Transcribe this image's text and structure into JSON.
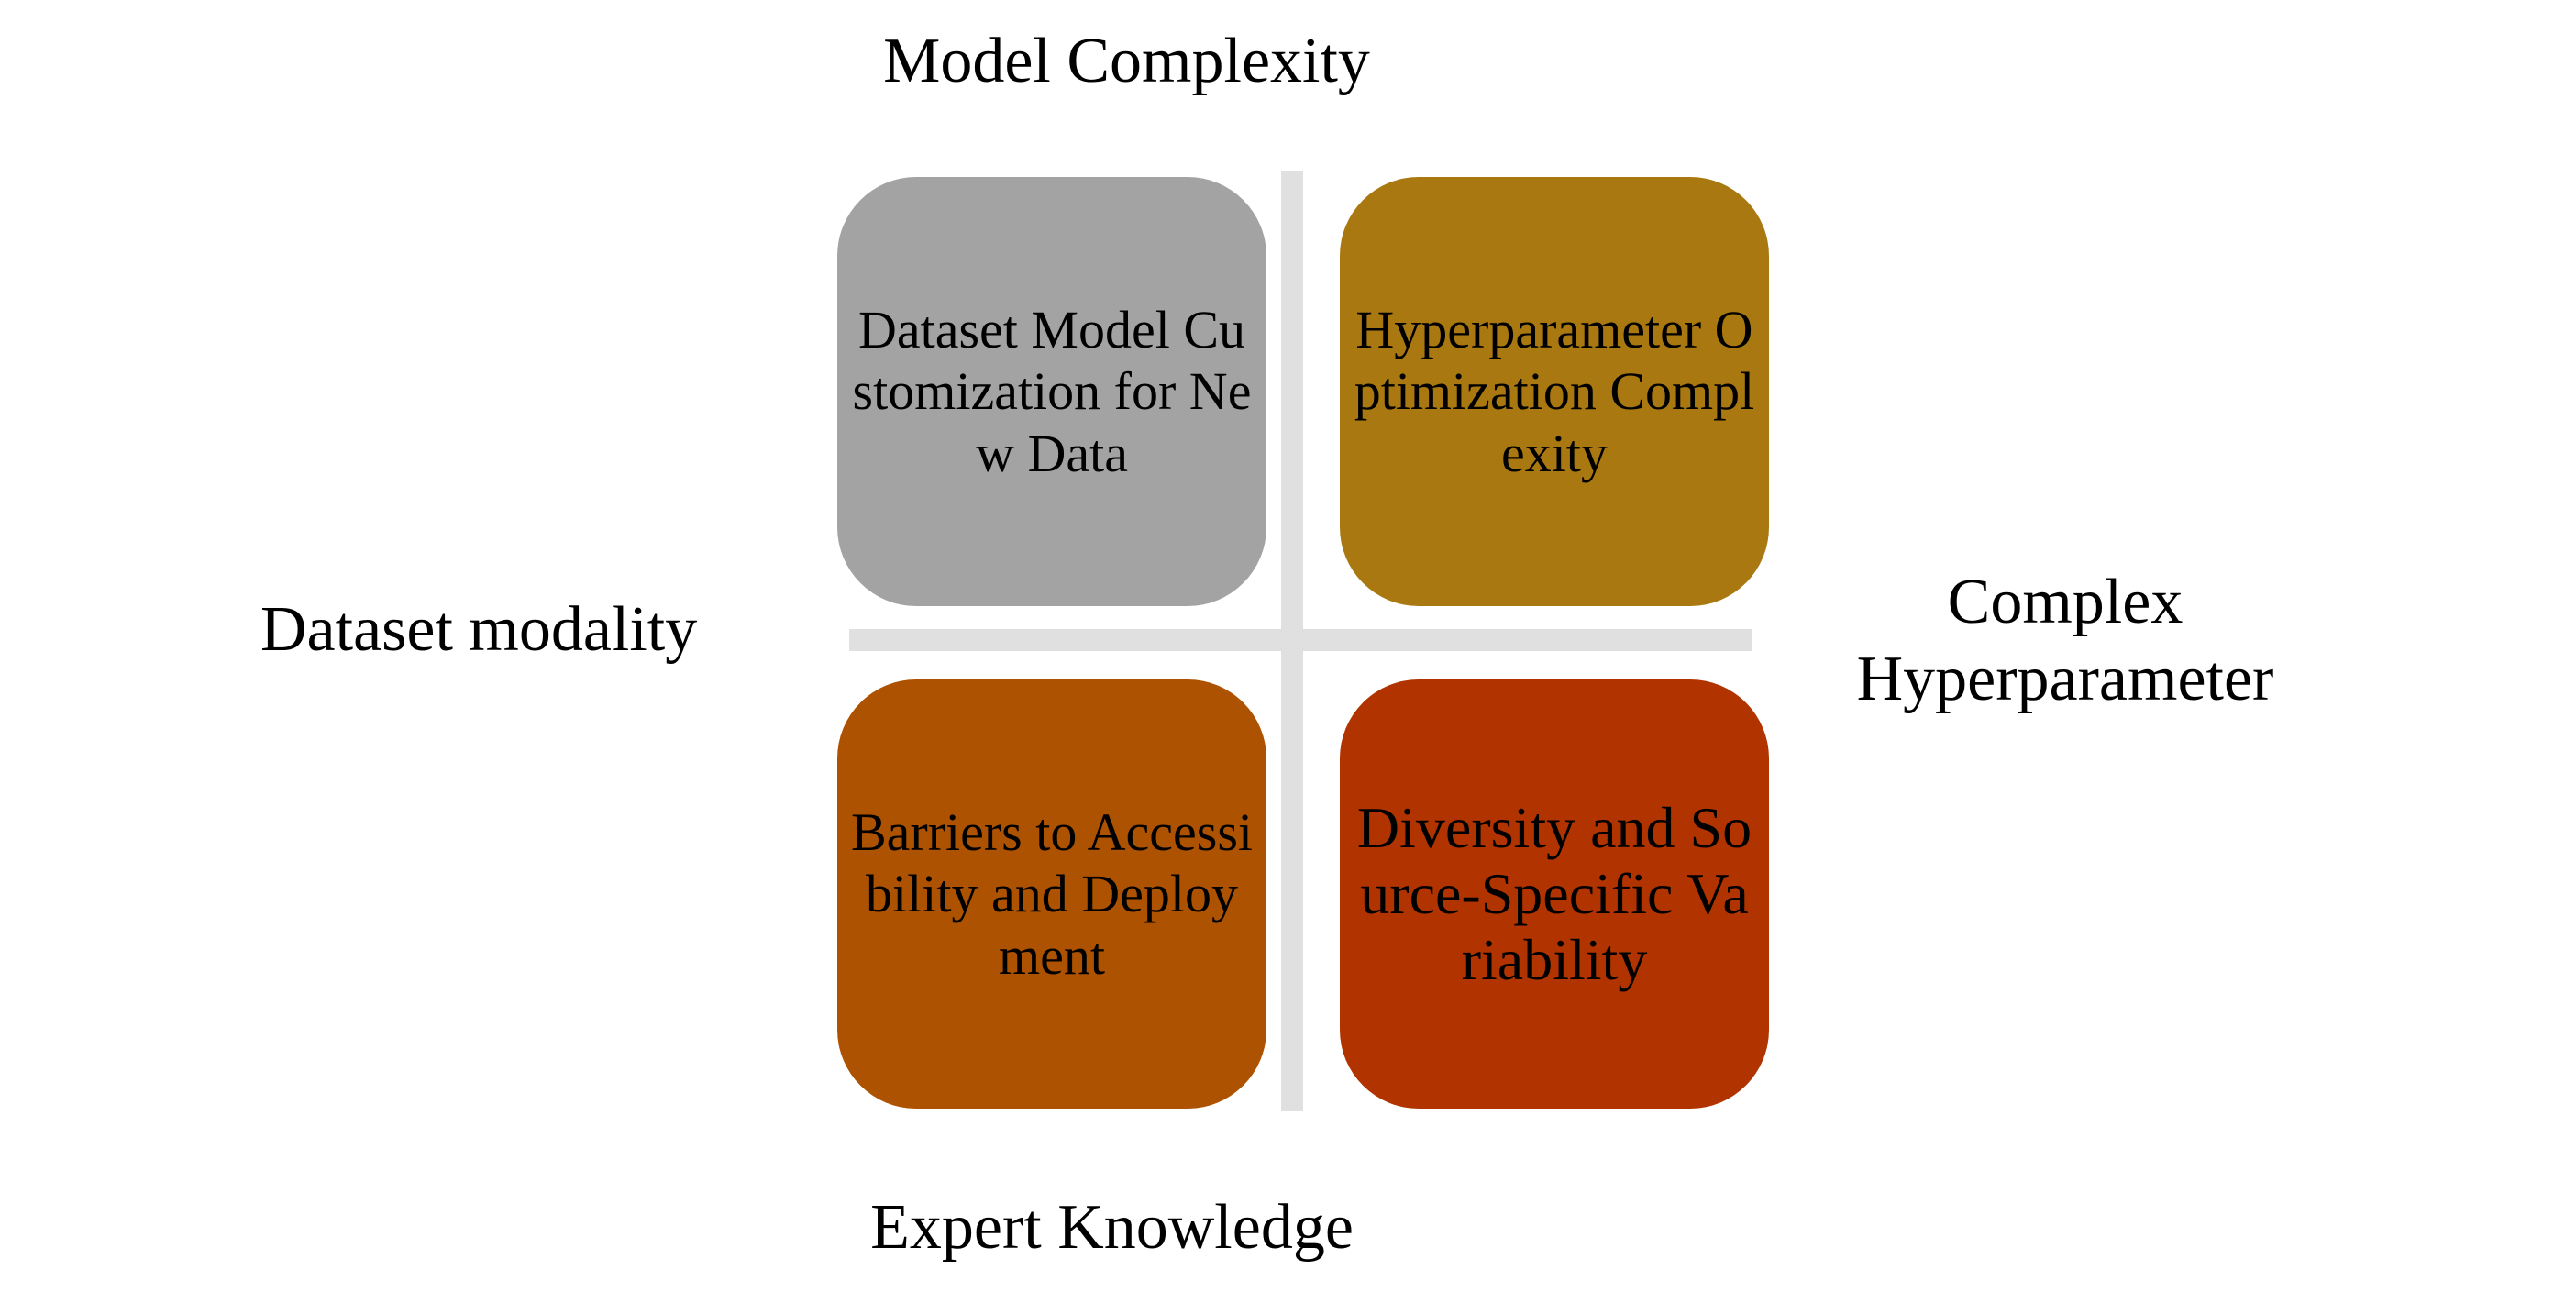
{
  "axes": {
    "top": "Model Complexity",
    "bottom": "Expert Knowledge",
    "left": "Dataset modality",
    "right": "Complex Hyperparameter"
  },
  "quadrants": {
    "top_left": {
      "text": "Dataset Model Customization for New Data",
      "color": "#a3a3a3"
    },
    "top_right": {
      "text": "Hyperparameter Optimization Complexity",
      "color": "#a97810"
    },
    "bottom_left": {
      "text": "Barriers to Accessibility and Deployment",
      "color": "#ad5200"
    },
    "bottom_right": {
      "text": "Diversity and Source-Specific Variability",
      "color": "#b13400"
    }
  },
  "divider_color": "#e0e0e0"
}
